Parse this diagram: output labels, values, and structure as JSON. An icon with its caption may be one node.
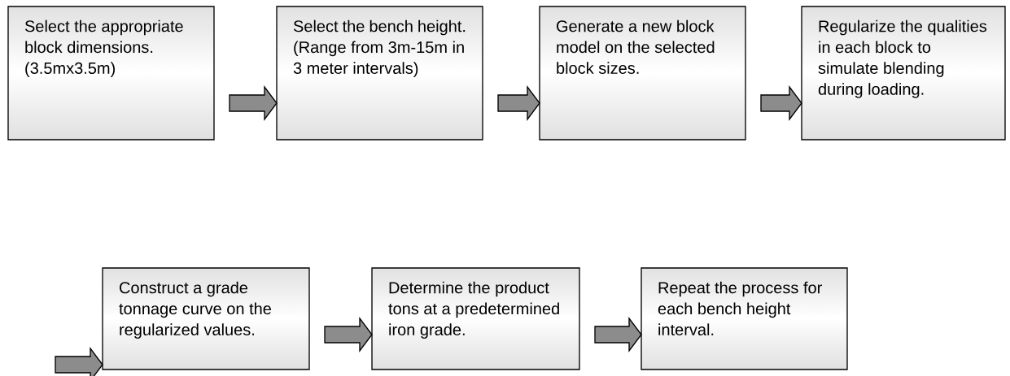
{
  "diagram": {
    "nodes": [
      {
        "text": [
          "Select the appropriate block dimensions. (3.5mx3.5m)"
        ]
      },
      {
        "text": [
          "Select the bench height. (Range from 3m-15m in 3 meter intervals)"
        ]
      },
      {
        "text": [
          "Generate a new block model on the selected block sizes."
        ]
      },
      {
        "text": [
          "Regularize the qualities in each block to simulate blending during loading."
        ]
      },
      {
        "text": [
          "Construct a grade tonnage curve on the regularized values."
        ]
      },
      {
        "text": [
          "Determine the product tons at a predetermined iron grade."
        ]
      },
      {
        "text": [
          "Repeat the process for each bench height interval."
        ]
      }
    ],
    "edges": [
      {
        "from": 0,
        "to": 1,
        "arrow": "to"
      },
      {
        "from": 1,
        "to": 2,
        "arrow": "to"
      },
      {
        "from": 2,
        "to": 3,
        "arrow": "to"
      },
      {
        "from": null,
        "to": 4,
        "arrow": "to"
      },
      {
        "from": 4,
        "to": 5,
        "arrow": "to"
      },
      {
        "from": 5,
        "to": 6,
        "arrow": "to"
      }
    ]
  }
}
